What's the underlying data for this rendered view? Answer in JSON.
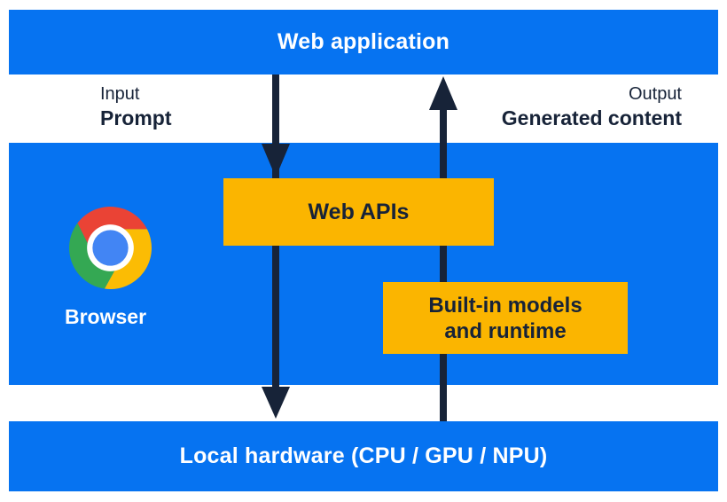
{
  "colors": {
    "blue": "#0673F1",
    "yellow": "#FBB500",
    "navy": "#172338",
    "chrome_red": "#EA4335",
    "chrome_green": "#34A853",
    "chrome_yellow": "#FBBC04",
    "chrome_blue": "#4285F4",
    "bar_text": "#FFFFFF"
  },
  "top_bar": {
    "label": "Web application"
  },
  "io_labels": {
    "input_caption": "Input",
    "input_value": "Prompt",
    "output_caption": "Output",
    "output_value": "Generated content"
  },
  "browser_section": {
    "browser_label": "Browser",
    "web_apis_label": "Web APIs",
    "builtin_line1": "Built-in models",
    "builtin_line2": "and runtime",
    "chrome_icon": "chrome-browser-logo"
  },
  "bottom_bar": {
    "label": "Local hardware (CPU / GPU / NPU)"
  },
  "arrows": {
    "down_arrow": "prompt-flow-down",
    "up_arrow": "generated-content-flow-up"
  }
}
